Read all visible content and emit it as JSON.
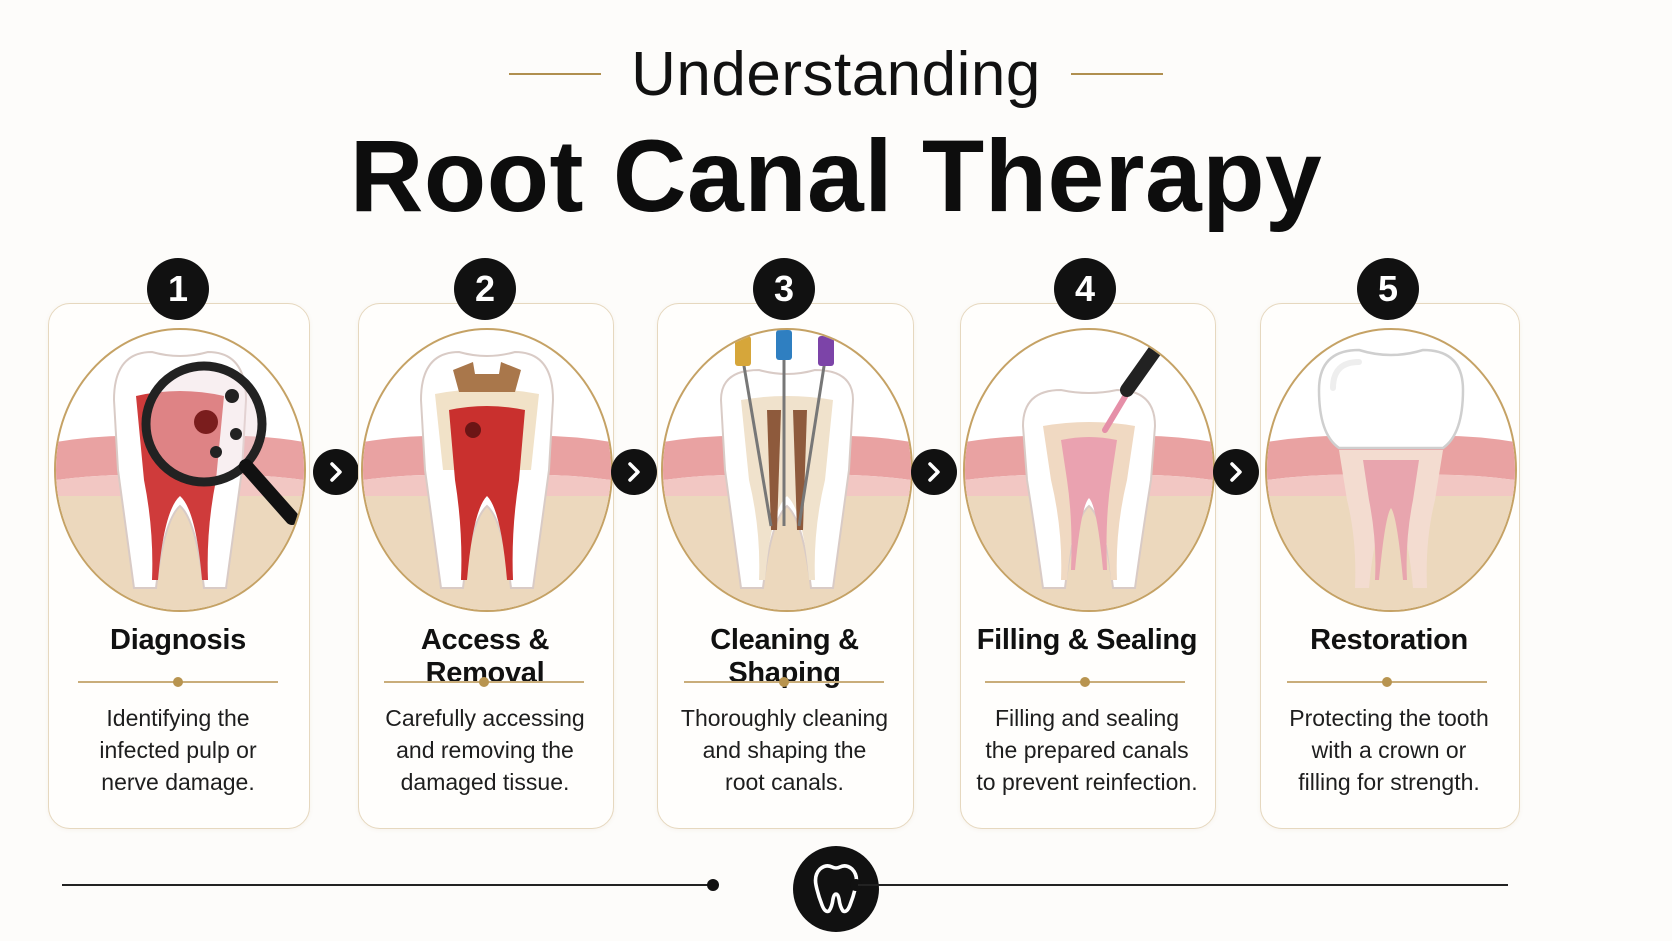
{
  "header": {
    "subtitle": "Understanding",
    "title": "Root Canal Therapy",
    "accent_color": "#b08f4f"
  },
  "steps": [
    {
      "number": "1",
      "title": "Diagnosis",
      "desc": [
        "Identifying the",
        "infected pulp or",
        "nerve damage."
      ],
      "illustration": "infected-tooth-magnifier"
    },
    {
      "number": "2",
      "title": "Access & Removal",
      "desc": [
        "Carefully accessing",
        "and removing the",
        "damaged tissue."
      ],
      "illustration": "tooth-opened-access"
    },
    {
      "number": "3",
      "title": "Cleaning & Shaping",
      "desc": [
        "Thoroughly cleaning",
        "and shaping the",
        "root canals."
      ],
      "illustration": "tooth-endodontic-files"
    },
    {
      "number": "4",
      "title": "Filling & Sealing",
      "desc": [
        "Filling and sealing",
        "the prepared canals",
        "to prevent reinfection."
      ],
      "illustration": "tooth-syringe-filling"
    },
    {
      "number": "5",
      "title": "Restoration",
      "desc": [
        "Protecting the tooth",
        "with a crown or",
        "filling for strength."
      ],
      "illustration": "tooth-with-crown"
    }
  ],
  "icons": {
    "next": "chevron-right-icon",
    "footer": "tooth-icon"
  }
}
